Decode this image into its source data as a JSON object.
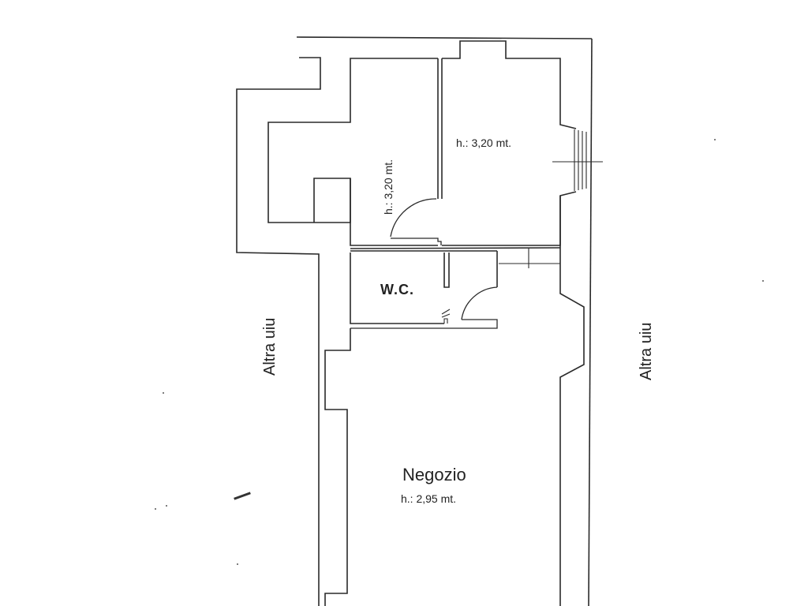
{
  "plan": {
    "rooms": [
      {
        "id": "room-upper-left",
        "height_label": "h.: 3,20 mt.",
        "orientation": "vertical"
      },
      {
        "id": "room-upper-right",
        "height_label": "h.: 3,20 mt.",
        "orientation": "horizontal"
      },
      {
        "id": "wc",
        "name": "W.C."
      },
      {
        "id": "negozio",
        "name": "Negozio",
        "height_label": "h.: 2,95 mt."
      }
    ],
    "adjacent_units": {
      "left": "Altra uiu",
      "right": "Altra uiu"
    },
    "colors": {
      "line": "#2a2a2a",
      "background": "#ffffff",
      "text": "#222222"
    }
  }
}
